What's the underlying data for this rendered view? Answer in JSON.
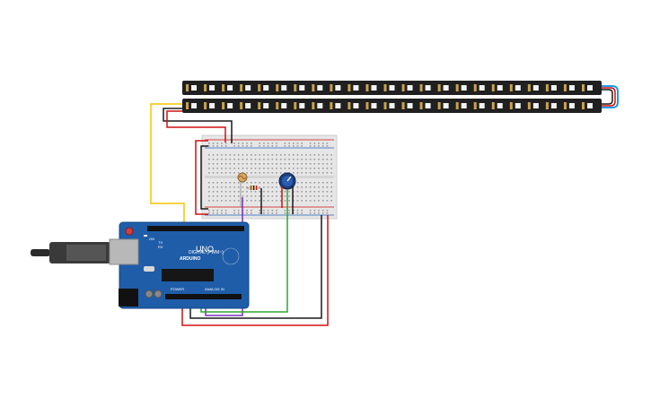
{
  "board": {
    "brand": "ARDUINO",
    "model": "UNO",
    "digital_label": "DIGITAL (PWM~)",
    "analog_label": "ANALOG IN",
    "power_label": "POWER",
    "on_label": "ON",
    "tx_label": "TX",
    "rx_label": "RX"
  },
  "strip": {
    "pixels_per_row": 23,
    "rows": 2
  },
  "colors": {
    "wire_yellow": "#f5c400",
    "wire_black": "#1a1a1a",
    "wire_red": "#d01010",
    "wire_purple": "#7a2db5",
    "wire_green": "#2ea62e",
    "wire_blue": "#1aa0e6",
    "board_blue": "#1f5da8",
    "strip_black": "#202020",
    "breadboard": "#e6e6e6"
  }
}
